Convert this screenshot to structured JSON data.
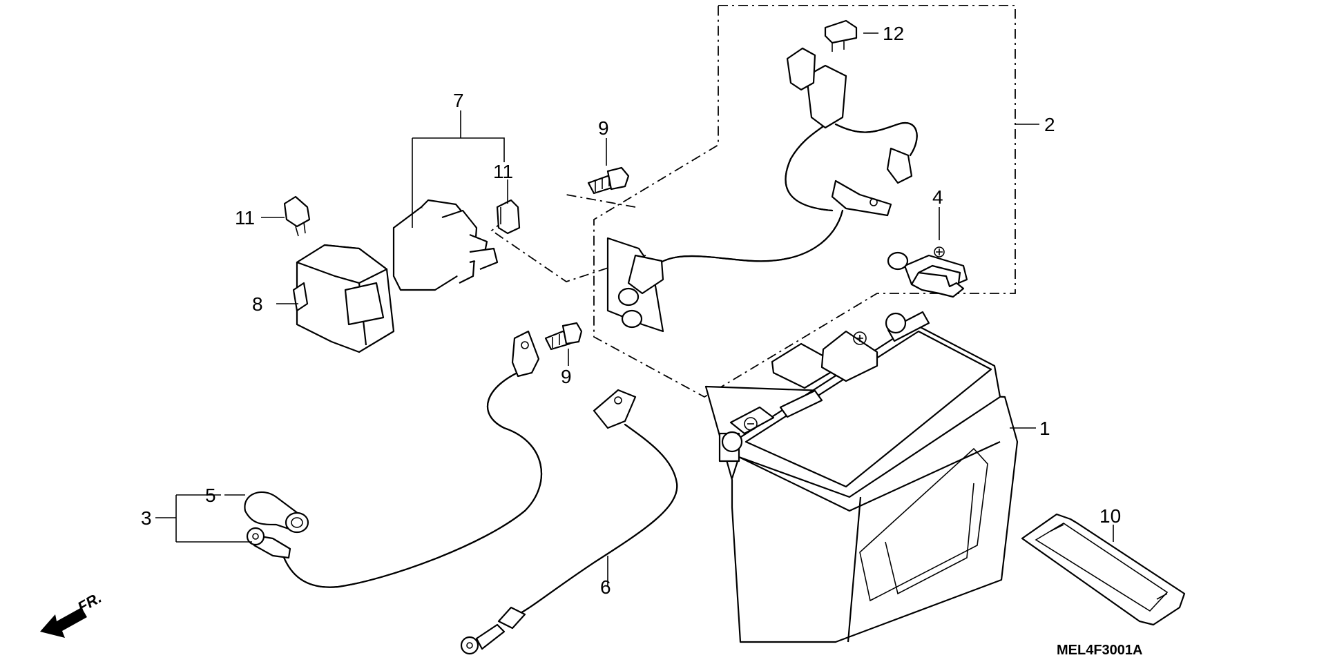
{
  "callouts": {
    "c1": "1",
    "c2": "2",
    "c3": "3",
    "c4": "4",
    "c5": "5",
    "c6": "6",
    "c7": "7",
    "c8": "8",
    "c9a": "9",
    "c9b": "9",
    "c10": "10",
    "c11a": "11",
    "c11b": "11",
    "c12": "12"
  },
  "direction_label": "FR.",
  "diagram_code": "MEL4F3001A"
}
